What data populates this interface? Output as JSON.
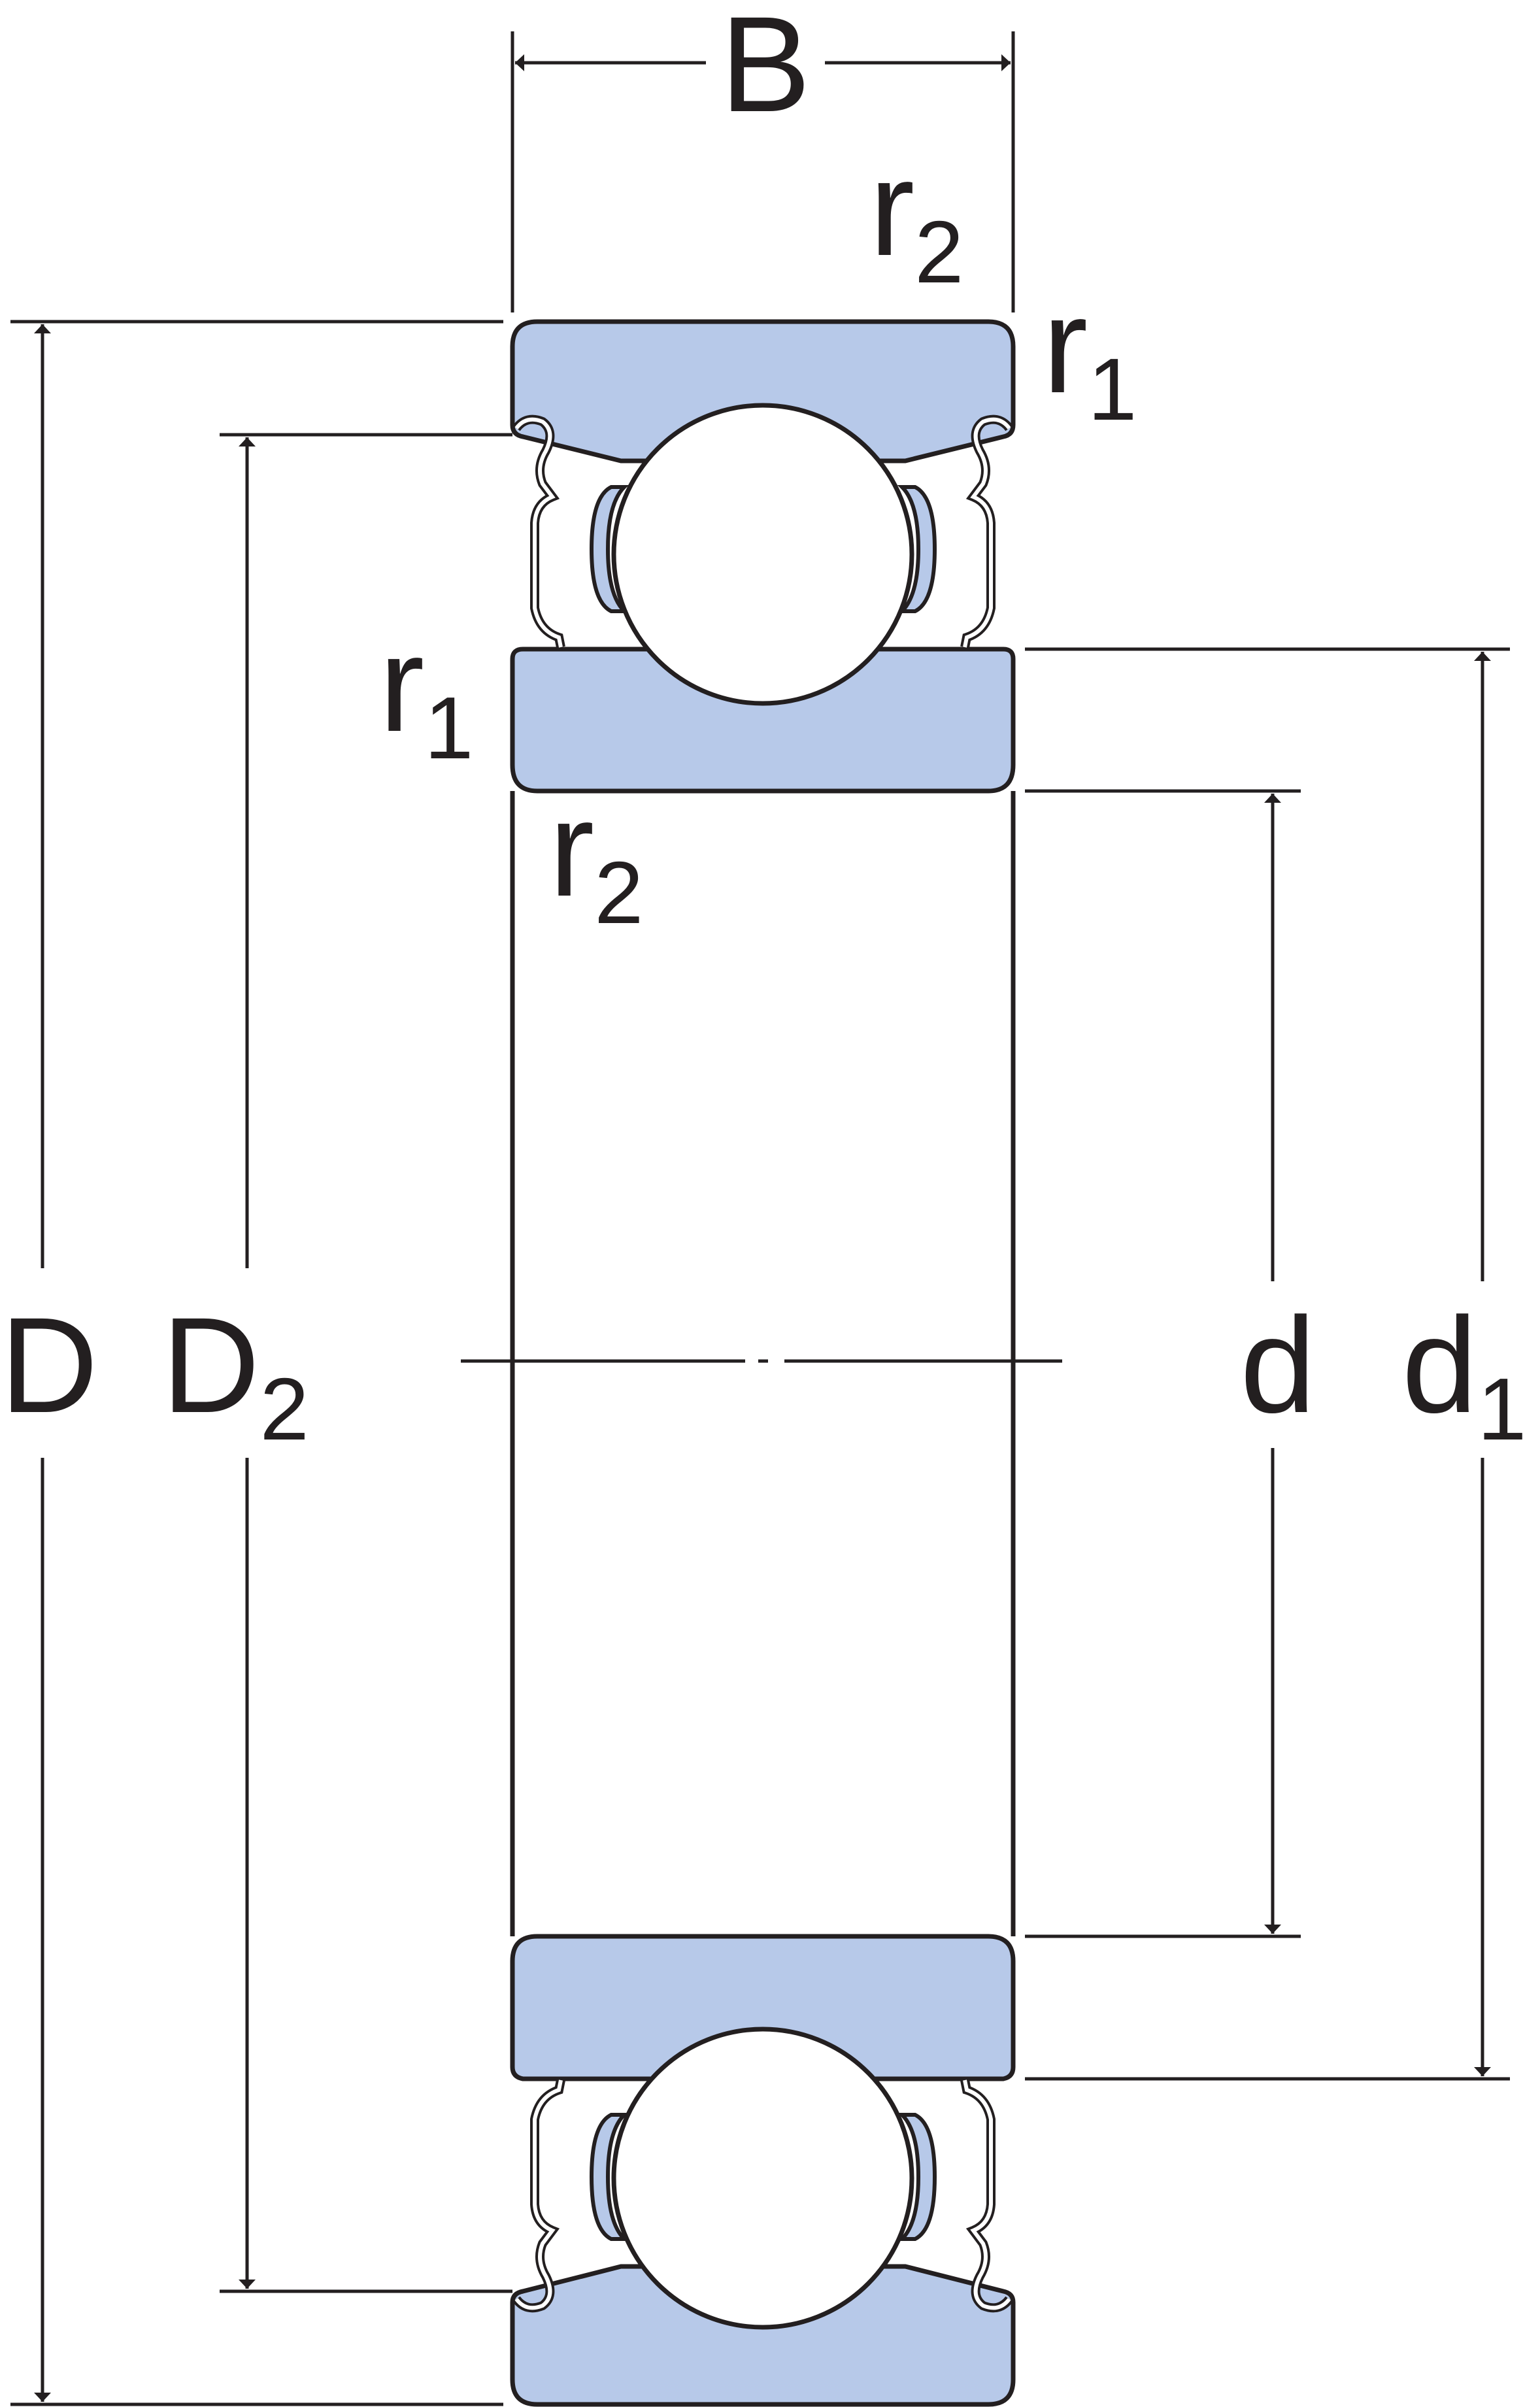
{
  "colors": {
    "ring_fill": "#b7c9e9",
    "outline": "#231f20",
    "ball_fill": "#ffffff",
    "shield_fill": "#b7c9e9",
    "background": "#ffffff"
  },
  "labels": {
    "B": "B",
    "D": "D",
    "D2_main": "D",
    "D2_sub": "2",
    "d": "d",
    "d1_main": "d",
    "d1_sub": "1",
    "r": "r",
    "r1_sub": "1",
    "r2_sub": "2"
  }
}
